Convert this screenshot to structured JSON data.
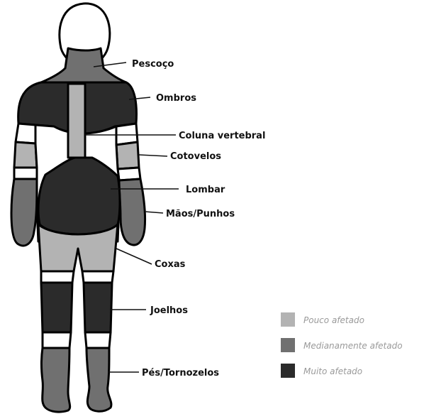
{
  "colors": {
    "pouco": "#b3b3b3",
    "medianamente": "#707070",
    "muito": "#2b2b2b",
    "outline": "#000000",
    "skin": "#ffffff"
  },
  "labels": {
    "pescoco": "Pescoço",
    "ombros": "Ombros",
    "coluna": "Coluna vertebral",
    "cotovelos": "Cotovelos",
    "lombar": "Lombar",
    "maos": "Mãos/Punhos",
    "coxas": "Coxas",
    "joelhos": "Joelhos",
    "pes": "Pés/Tornozelos"
  },
  "legend": [
    {
      "key": "pouco",
      "label": "Pouco afetado"
    },
    {
      "key": "medianamente",
      "label": "Medianamente afetado"
    },
    {
      "key": "muito",
      "label": "Muito afetado"
    }
  ]
}
